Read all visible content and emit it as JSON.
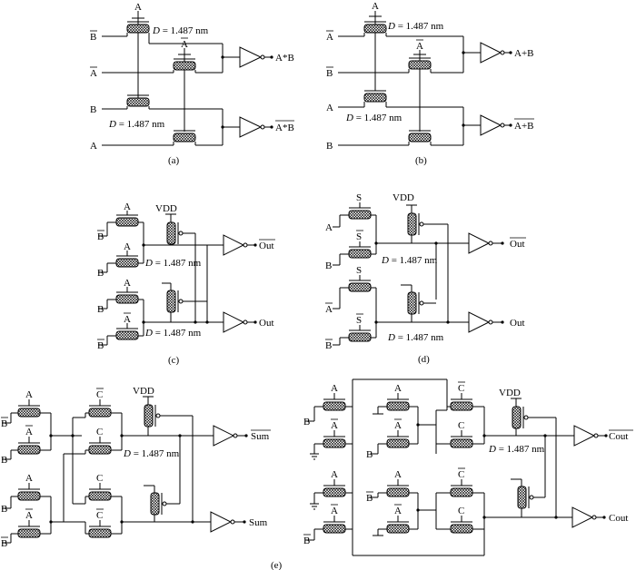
{
  "captions": {
    "a": "(a)",
    "b": "(b)",
    "c": "(c)",
    "d": "(d)",
    "e": "(e)"
  },
  "dimension_label": "D = 1.487 nm",
  "dimension_label_prefix": "D",
  "dimension_label_suffix": " = 1.487 nm",
  "signals": {
    "A": "A",
    "A_bar": "A",
    "B": "B",
    "B_bar": "B",
    "C": "C",
    "C_bar": "C",
    "S": "S",
    "S_bar": "S",
    "VDD": "VDD"
  },
  "outputs": {
    "a_top": "A*B",
    "a_bottom": "A*B",
    "b_top": "A+B",
    "b_bottom": "A+B",
    "c_top": "Out",
    "c_bottom": "Out",
    "d_top": "Out",
    "d_bottom": "Out",
    "e_top": "Sum",
    "e_bottom": "Sum",
    "e2_top": "Cout",
    "e2_bottom": "Cout"
  }
}
